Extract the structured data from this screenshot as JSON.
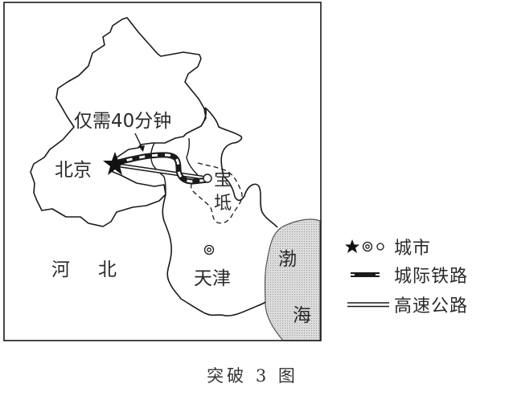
{
  "map": {
    "labels": {
      "annotation": "仅需40分钟",
      "beijing": "北京",
      "baodi_1": "宝",
      "baodi_2": "坻",
      "tianjin": "天津",
      "hebei_1": "河",
      "hebei_2": "北",
      "bohai_1": "渤",
      "bohai_2": "海"
    },
    "colors": {
      "outline": "#1a1a1a",
      "sea_fill": "#d4d4d4",
      "background": "#ffffff"
    }
  },
  "legend": {
    "items": [
      {
        "symbol": "star-double-circle-circle",
        "label": "城市"
      },
      {
        "symbol": "intercity-railway-line",
        "label": "城际铁路"
      },
      {
        "symbol": "expressway-double-line",
        "label": "高速公路"
      }
    ]
  },
  "caption": "突破 3 图"
}
